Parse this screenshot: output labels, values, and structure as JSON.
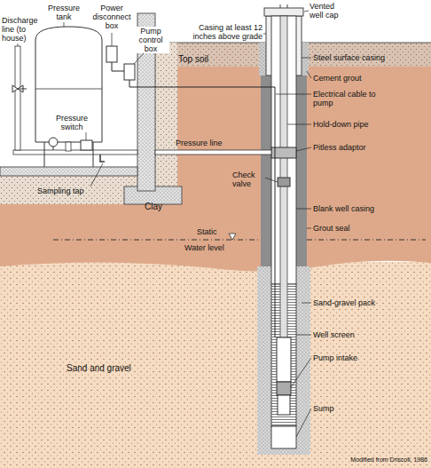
{
  "diagram": {
    "nodes": [
      {
        "text": [
          "Top soil"
        ]
      },
      {
        "text": [
          "Clay"
        ]
      },
      {
        "text": [
          "Sand and gravel"
        ]
      }
    ],
    "labels": [
      "Pressure tank",
      "Power disconnect box",
      "Pump control box",
      "Discharge line (to house)",
      "Vented well cap",
      "Casing at least 12 inches above grade",
      "Steel surface casing",
      "Cement grout",
      "Electrical cable to pump",
      "Hold-down pipe",
      "Pressure line",
      "Pitless adaptor",
      "Pressure switch",
      "Check valve",
      "Sampling tap",
      "Blank well casing",
      "Static",
      "Water level",
      "Grout seal",
      "Sand-gravel pack",
      "Well screen",
      "Pump intake",
      "Sump",
      "Modified from Driscoll, 1986"
    ]
  }
}
